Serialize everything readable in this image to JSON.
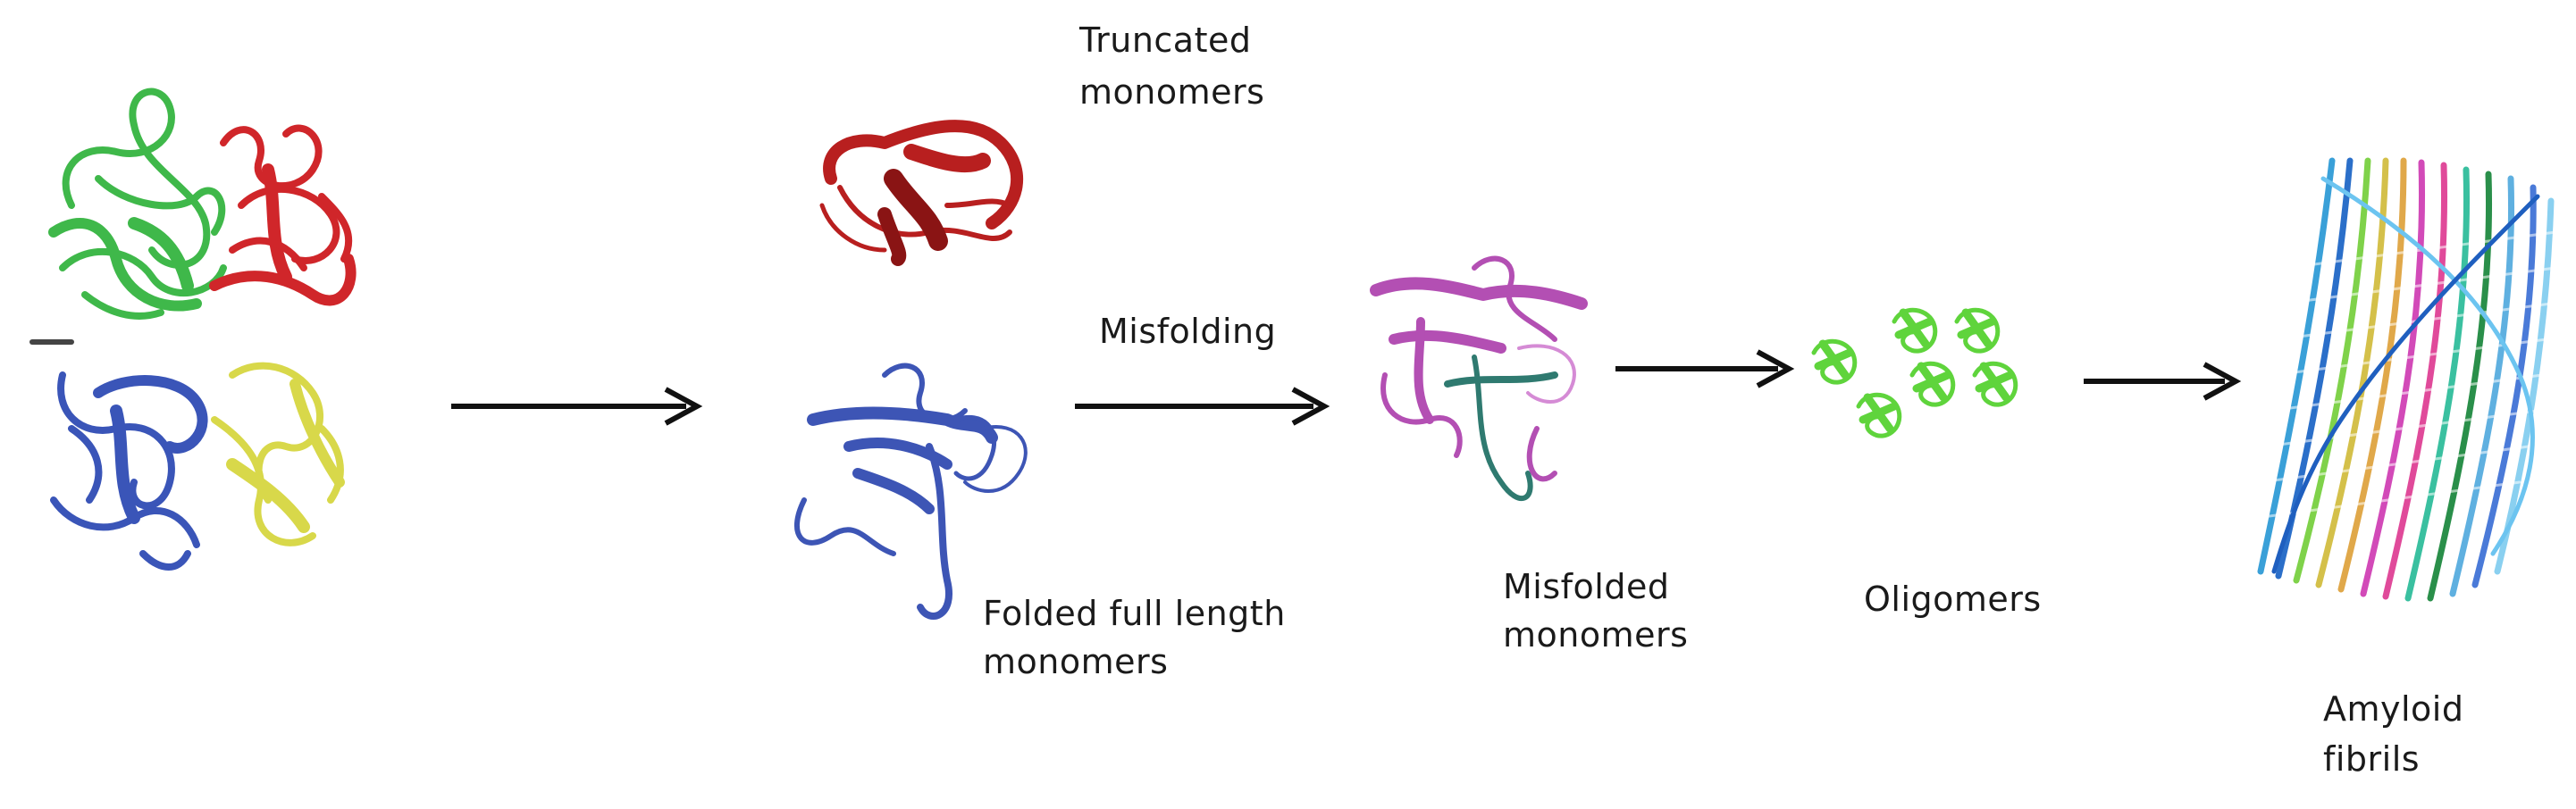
{
  "labels": {
    "truncated": [
      "Truncated",
      "monomers"
    ],
    "misfolding": "Misfolding",
    "folded": [
      "Folded full length",
      "monomers"
    ],
    "misfolded": [
      "Misfolded",
      "monomers"
    ],
    "oligomers": "Oligomers",
    "amyloid": [
      "Amyloid",
      "fibrils"
    ]
  },
  "colors": {
    "tetramer_green": "#3fb84a",
    "tetramer_red": "#d0262a",
    "tetramer_blue": "#3a55b8",
    "tetramer_yellow": "#d8d84a",
    "truncated_red": "#b81f1f",
    "folded_blue": "#3d55b5",
    "misfolded_magenta": "#b34fb3",
    "misfolded_teal": "#2f7a70",
    "oligomer_green": "#5fd43c",
    "arrow": "#111111"
  },
  "icons": [
    "tetramer-structure",
    "truncated-monomer-structure",
    "folded-monomer-structure",
    "misfolded-monomer-structure",
    "oligomer-cluster",
    "amyloid-fibril"
  ]
}
